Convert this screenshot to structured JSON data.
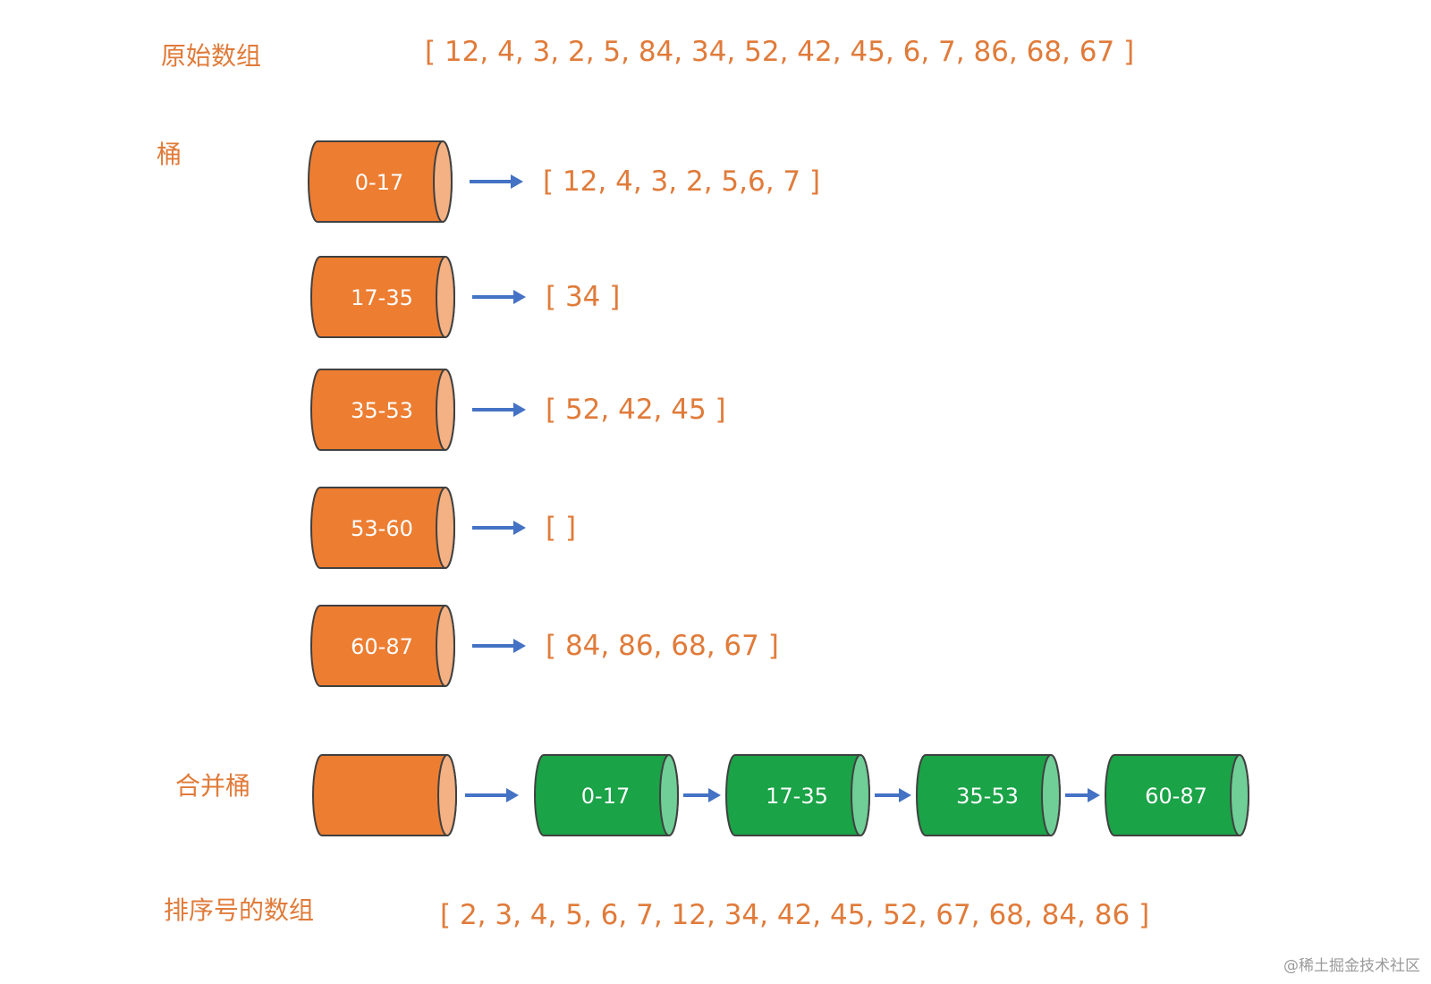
{
  "colors": {
    "text": "#e07b3a",
    "bucket_orange": "#ed7d31",
    "bucket_orange_cap": "#f4b183",
    "bucket_green": "#1aa347",
    "bucket_green_cap": "#6fcf97",
    "arrow": "#4472c4",
    "outline": "#404040"
  },
  "labels": {
    "original_array": "原始数组",
    "buckets": "桶",
    "merge_buckets": "合并桶",
    "sorted_array": "排序号的数组"
  },
  "original_array": "[ 12, 4, 3, 2, 5, 84, 34, 52, 42, 45, 6, 7, 86, 68, 67 ]",
  "buckets": [
    {
      "range": "0-17",
      "contents": "[ 12, 4, 3, 2, 5,6, 7 ]"
    },
    {
      "range": "17-35",
      "contents": "[ 34 ]"
    },
    {
      "range": "35-53",
      "contents": "[ 52, 42, 45 ]"
    },
    {
      "range": "53-60",
      "contents": "[  ]"
    },
    {
      "range": "60-87",
      "contents": "[ 84, 86, 68, 67 ]"
    }
  ],
  "merge_chain": {
    "head_label": "",
    "nodes": [
      "0-17",
      "17-35",
      "35-53",
      "60-87"
    ]
  },
  "sorted_array": "[ 2, 3, 4, 5, 6, 7, 12, 34, 42, 45, 52, 67, 68, 84, 86 ]",
  "watermark": "@稀土掘金技术社区"
}
